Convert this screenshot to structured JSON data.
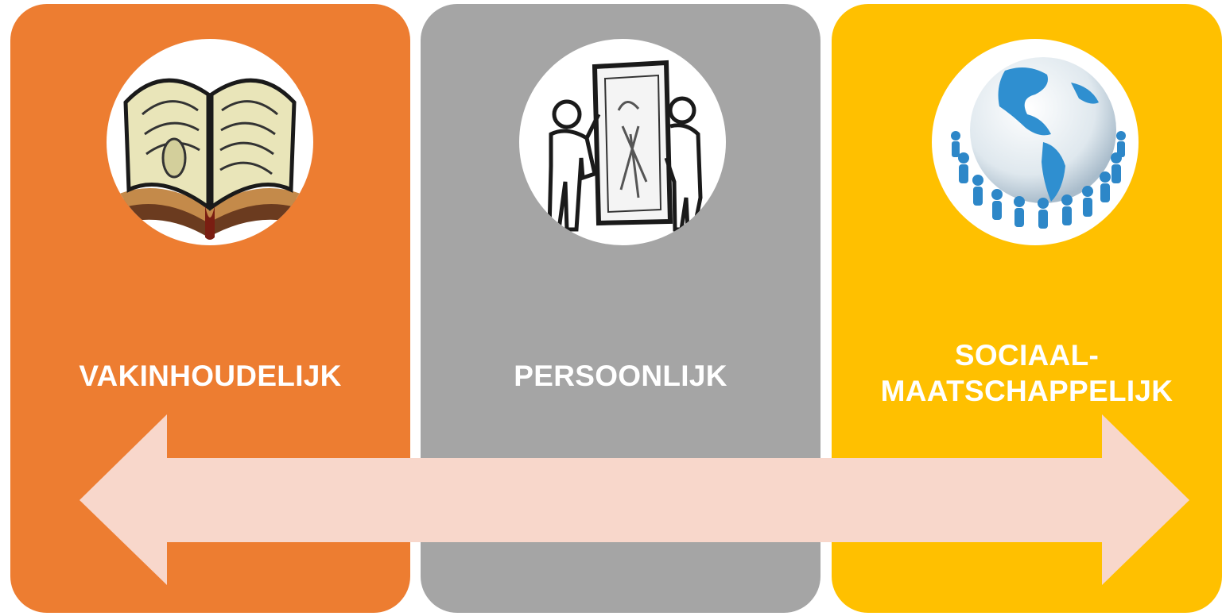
{
  "colors": {
    "card_1": "#ED7D31",
    "card_2": "#A5A5A5",
    "card_3": "#FFC000",
    "arrow": "#F8D7CB",
    "label": "#FFFFFF"
  },
  "cards": [
    {
      "label": "VAKINHOUDELIJK",
      "icon": "open-book-icon"
    },
    {
      "label": "PERSOONLIJK",
      "icon": "mirror-people-icon"
    },
    {
      "label_lines": [
        "SOCIAAL-",
        "MAATSCHAPPELIJK"
      ],
      "icon": "globe-people-icon"
    }
  ],
  "arrow": {
    "type": "double-headed",
    "icon": "double-arrow-icon"
  }
}
